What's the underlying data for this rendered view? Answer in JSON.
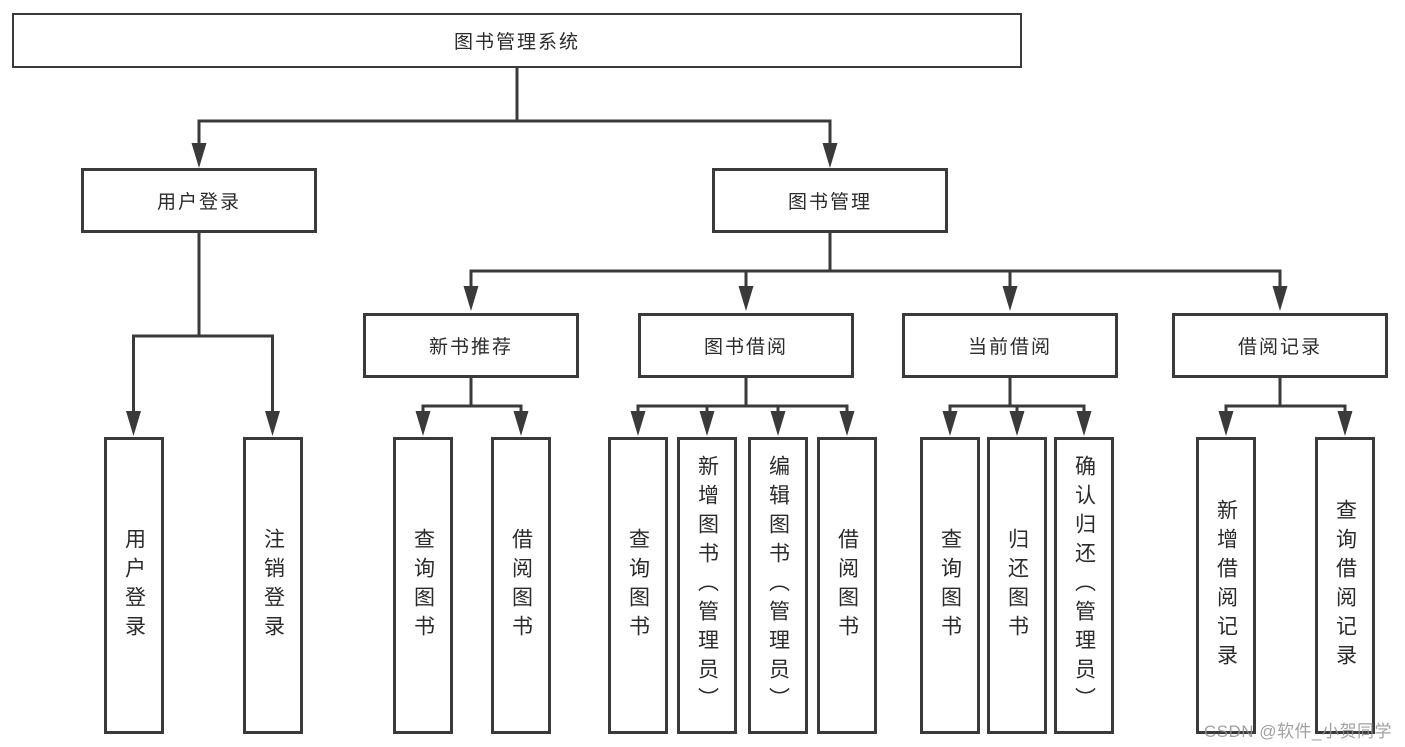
{
  "tree": {
    "root": {
      "label": "图书管理系统"
    },
    "children": [
      {
        "label": "用户登录",
        "children": [
          {
            "label": "用户登录"
          },
          {
            "label": "注销登录"
          }
        ]
      },
      {
        "label": "图书管理",
        "children": [
          {
            "label": "新书推荐",
            "children": [
              {
                "label": "查询图书"
              },
              {
                "label": "借阅图书"
              }
            ]
          },
          {
            "label": "图书借阅",
            "children": [
              {
                "label": "查询图书"
              },
              {
                "label": "新增图书（管理员）"
              },
              {
                "label": "编辑图书（管理员）"
              },
              {
                "label": "借阅图书"
              }
            ]
          },
          {
            "label": "当前借阅",
            "children": [
              {
                "label": "查询图书"
              },
              {
                "label": "归还图书"
              },
              {
                "label": "确认归还（管理员）"
              }
            ]
          },
          {
            "label": "借阅记录",
            "children": [
              {
                "label": "新增借阅记录"
              },
              {
                "label": "查询借阅记录"
              }
            ]
          }
        ]
      }
    ]
  },
  "watermark": {
    "text": "CSDN @软件_小贺同学"
  },
  "colors": {
    "line": "#3a3a3a",
    "text": "#2b2b2b",
    "background": "#ffffff",
    "watermark": "#919191"
  }
}
